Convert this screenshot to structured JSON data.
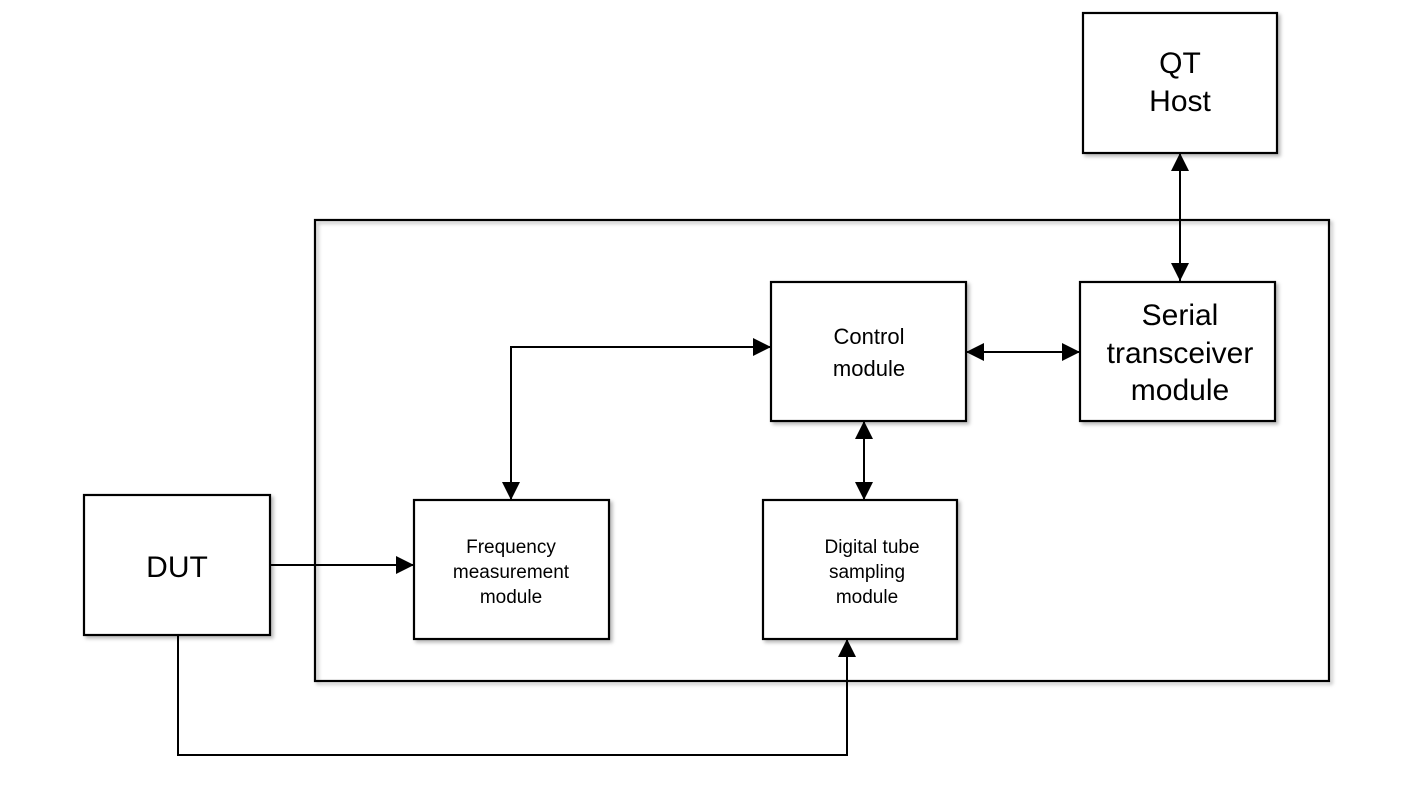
{
  "blocks": {
    "qt_host": [
      "QT",
      "Host"
    ],
    "serial": [
      "Serial",
      "transceiver",
      "module"
    ],
    "control": [
      "Control",
      "module"
    ],
    "frequency": [
      "Frequency",
      "measurement",
      "module"
    ],
    "digital_tube": [
      "Digital tube",
      "sampling",
      "module"
    ],
    "dut": [
      "DUT"
    ]
  }
}
